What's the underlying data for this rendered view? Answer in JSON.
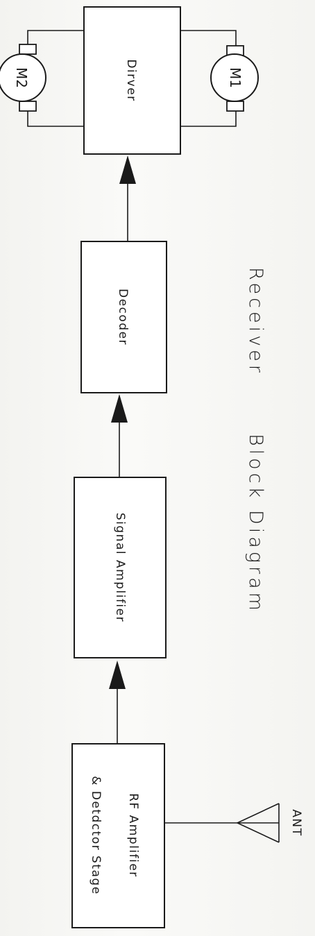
{
  "diagram": {
    "title_word1": "Receiver",
    "title_word2": "Block",
    "title_word3": "Diagram",
    "blocks": {
      "driver": "Dirver",
      "decoder": "Decoder",
      "signal_amplifier": "Signal Amplifier",
      "rf_line1": "RF Amplifier",
      "rf_line2": "& Detdctor Stage"
    },
    "motors": {
      "m1": "M1",
      "m2": "M2"
    },
    "antenna_label": "ANT"
  },
  "colors": {
    "line": "#1a1a1a",
    "block_fill": "#ffffff",
    "paper": "#f6f6f3"
  }
}
